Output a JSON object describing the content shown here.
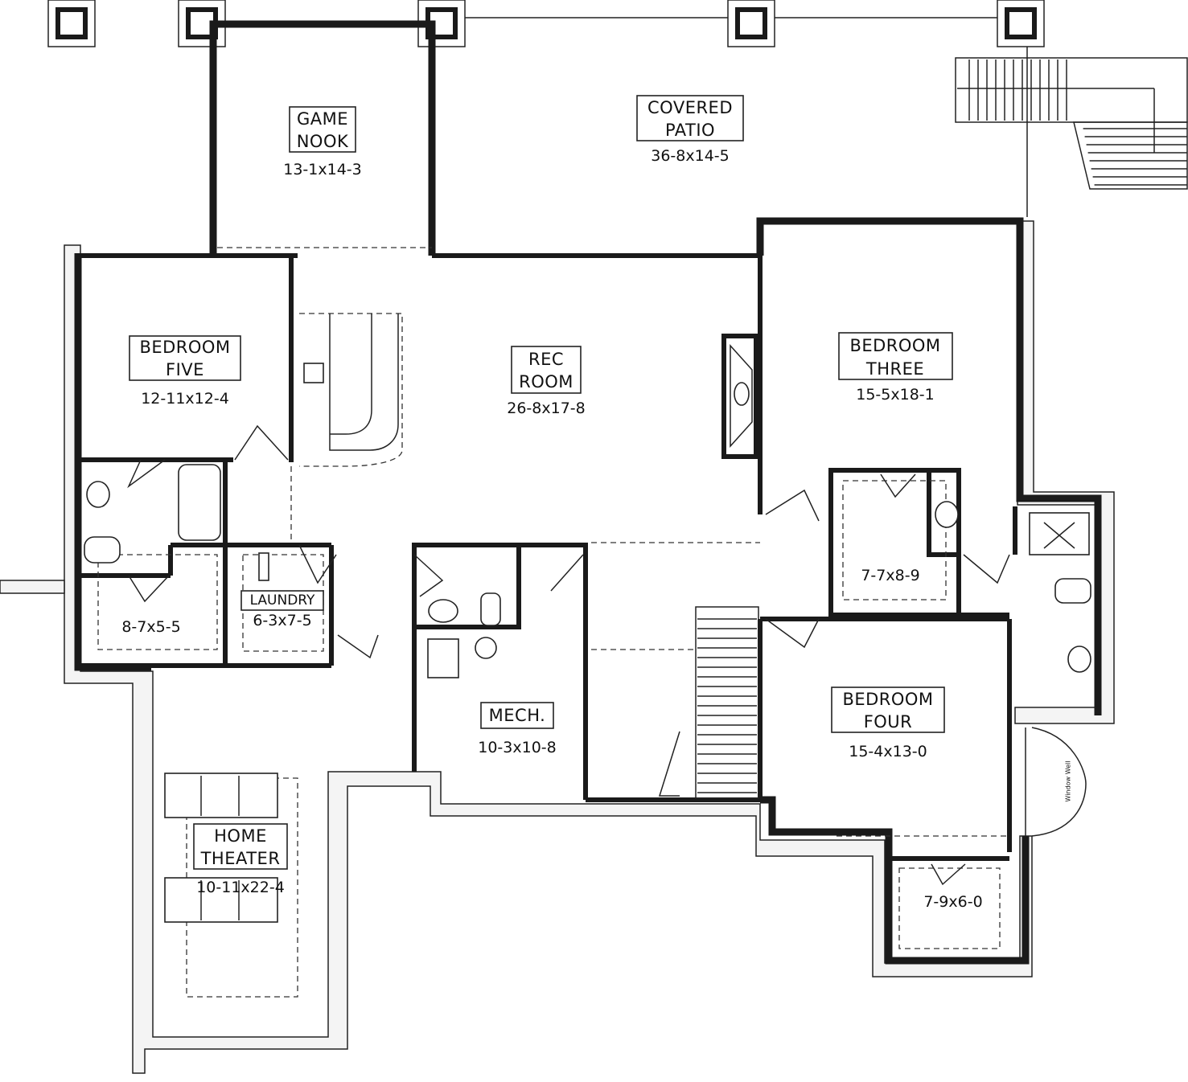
{
  "plan": {
    "rooms": [
      {
        "id": "game-nook",
        "name_lines": [
          "GAME",
          "NOOK"
        ],
        "dims": "13-1x14-3"
      },
      {
        "id": "covered-patio",
        "name_lines": [
          "COVERED",
          "PATIO"
        ],
        "dims": "36-8x14-5"
      },
      {
        "id": "bedroom-five",
        "name_lines": [
          "BEDROOM",
          "FIVE"
        ],
        "dims": "12-11x12-4"
      },
      {
        "id": "rec-room",
        "name_lines": [
          "REC",
          "ROOM"
        ],
        "dims": "26-8x17-8"
      },
      {
        "id": "bedroom-three",
        "name_lines": [
          "BEDROOM",
          "THREE"
        ],
        "dims": "15-5x18-1"
      },
      {
        "id": "laundry",
        "name_lines": [
          "LAUNDRY"
        ],
        "dims": "6-3x7-5"
      },
      {
        "id": "mech",
        "name_lines": [
          "MECH."
        ],
        "dims": "10-3x10-8"
      },
      {
        "id": "bedroom-four",
        "name_lines": [
          "BEDROOM",
          "FOUR"
        ],
        "dims": "15-4x13-0"
      },
      {
        "id": "home-theater",
        "name_lines": [
          "HOME",
          "THEATER"
        ],
        "dims": "10-11x22-4"
      }
    ],
    "closets": [
      {
        "id": "closet-bed-five",
        "dims": "8-7x5-5"
      },
      {
        "id": "closet-bed-three",
        "dims": "7-7x8-9"
      },
      {
        "id": "closet-bed-four",
        "dims": "7-9x6-0"
      }
    ],
    "window_well_label": "Window Well"
  }
}
